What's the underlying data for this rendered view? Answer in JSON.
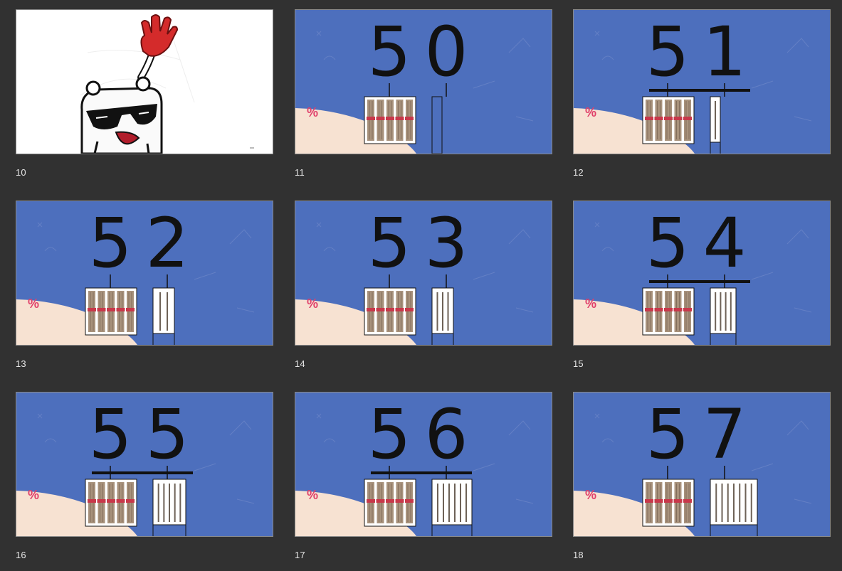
{
  "colors": {
    "background": "#313131",
    "slide_blue": "#4d6fbd",
    "sand": "#f7e2d2",
    "digit": "#111111",
    "accent_pink": "#e0406a",
    "rod": "#a8927c",
    "rod_band": "#c8384a"
  },
  "slides": [
    {
      "number": "10",
      "kind": "character",
      "digits": ""
    },
    {
      "number": "11",
      "kind": "numeral",
      "digits": "50",
      "units": 0,
      "underline": false
    },
    {
      "number": "12",
      "kind": "numeral",
      "digits": "51",
      "units": 1,
      "underline": true
    },
    {
      "number": "13",
      "kind": "numeral",
      "digits": "52",
      "units": 2,
      "underline": false
    },
    {
      "number": "14",
      "kind": "numeral",
      "digits": "53",
      "units": 3,
      "underline": false
    },
    {
      "number": "15",
      "kind": "numeral",
      "digits": "54",
      "units": 4,
      "underline": true
    },
    {
      "number": "16",
      "kind": "numeral",
      "digits": "55",
      "units": 5,
      "underline": true
    },
    {
      "number": "17",
      "kind": "numeral",
      "digits": "56",
      "units": 6,
      "underline": true
    },
    {
      "number": "18",
      "kind": "numeral",
      "digits": "57",
      "units": 7,
      "underline": false
    }
  ]
}
